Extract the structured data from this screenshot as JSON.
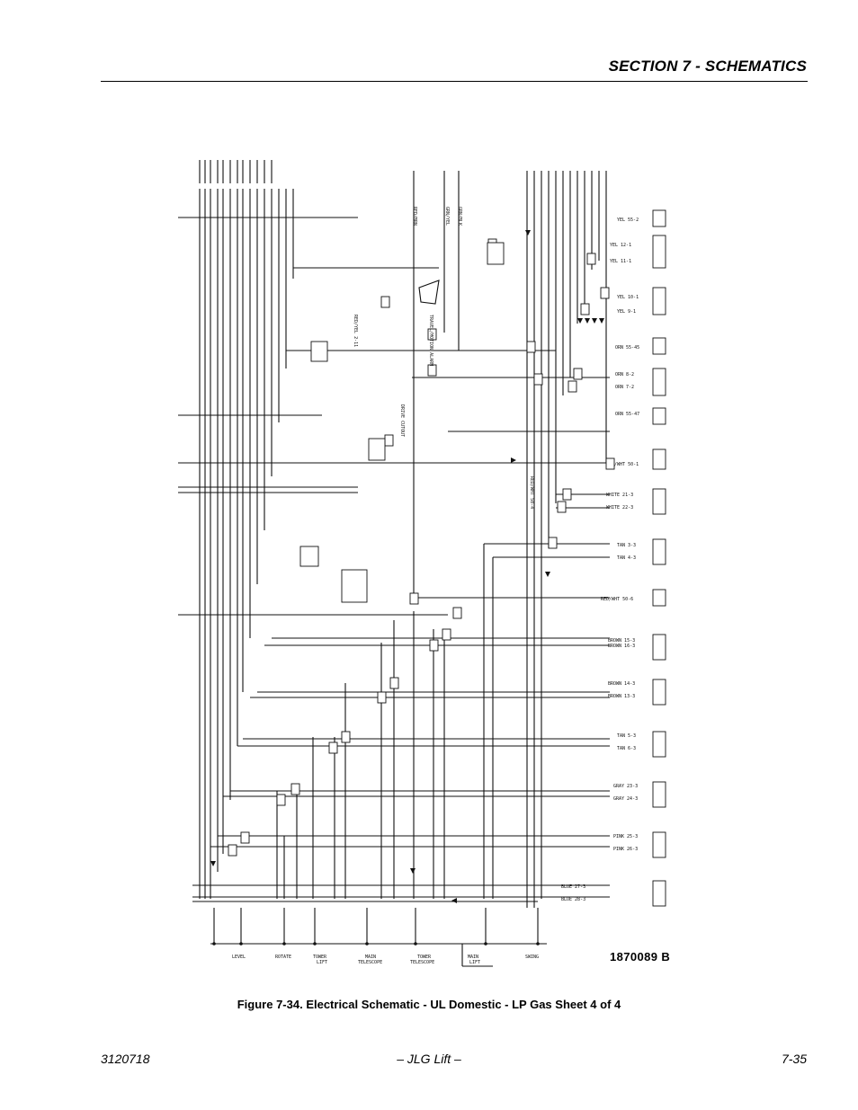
{
  "header": {
    "section_title": "SECTION 7 - SCHEMATICS"
  },
  "figure": {
    "drawing_number": "1870089  B",
    "caption": "Figure 7-34.  Electrical Schematic - UL Domestic - LP Gas Sheet 4 of 4"
  },
  "footer": {
    "doc_number": "3120718",
    "publisher": "– JLG Lift –",
    "page_number": "7-35"
  }
}
